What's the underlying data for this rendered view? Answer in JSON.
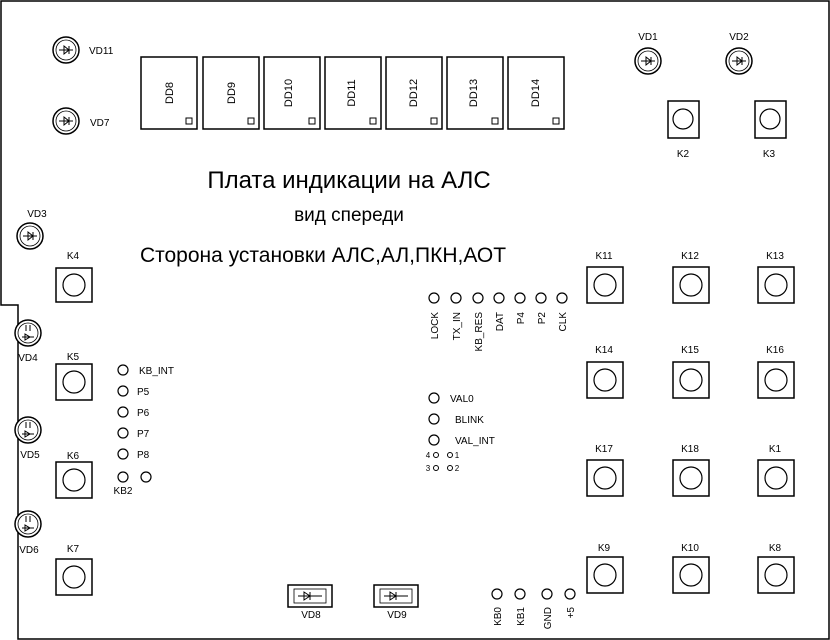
{
  "title": "Плата индикации на АЛС",
  "subtitle": "вид спереди",
  "side_label": "Сторона установки АЛС,АЛ,ПКН,АОТ",
  "displays": [
    "DD8",
    "DD9",
    "DD10",
    "DD11",
    "DD12",
    "DD13",
    "DD14"
  ],
  "leds": {
    "VD11": "VD11",
    "VD7": "VD7",
    "VD1": "VD1",
    "VD2": "VD2",
    "VD3": "VD3",
    "VD4": "VD4",
    "VD5": "VD5",
    "VD6": "VD6",
    "VD8": "VD8",
    "VD9": "VD9"
  },
  "keys": {
    "K1": "K1",
    "K2": "K2",
    "K3": "K3",
    "K4": "K4",
    "K5": "K5",
    "K6": "K6",
    "K7": "K7",
    "K8": "K8",
    "K9": "K9",
    "K10": "K10",
    "K11": "K11",
    "K12": "K12",
    "K13": "K13",
    "K14": "K14",
    "K15": "K15",
    "K16": "K16",
    "K17": "K17",
    "K18": "K18"
  },
  "top_pins": [
    "LOCK",
    "TX_IN",
    "KB_RES",
    "DAT",
    "P4",
    "P2",
    "CLK"
  ],
  "left_pins": [
    "KB_INT",
    "P5",
    "P6",
    "P7",
    "P8"
  ],
  "kb2": "KB2",
  "mid_pins": [
    "VAL0",
    "BLINK",
    "VAL_INT"
  ],
  "jumper": {
    "n4": "4",
    "n1": "1",
    "n3": "3",
    "n2": "2"
  },
  "bottom_pins": [
    "KB0",
    "KB1",
    "GND",
    "+5"
  ]
}
